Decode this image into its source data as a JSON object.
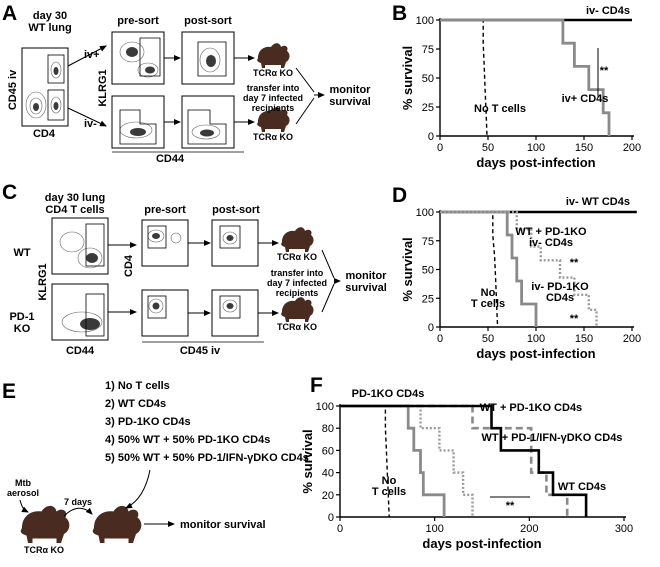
{
  "panels": {
    "A": {
      "letter": "A",
      "source": [
        "day 30",
        "WT lung"
      ],
      "axis_y": "CD45 iv",
      "axis_x": "CD4",
      "gate_pos": "iv+",
      "gate_neg": "iv-",
      "col_pre": "pre-sort",
      "col_post": "post-sort",
      "plot_y": "KLRG1",
      "plot_x": "CD44",
      "recipient": "TCRα KO",
      "transfer": [
        "transfer into",
        "day 7 infected",
        "recipients"
      ],
      "monitor": [
        "monitor",
        "survival"
      ]
    },
    "C": {
      "letter": "C",
      "source": [
        "day 30 lung",
        "CD4 T cells"
      ],
      "row_wt": "WT",
      "row_ko": [
        "PD-1",
        "KO"
      ],
      "axis_y1": "KLRG1",
      "axis_x1": "CD44",
      "axis_y2": "CD4",
      "axis_x2": "CD45 iv",
      "col_pre": "pre-sort",
      "col_post": "post-sort",
      "recipient": "TCRα KO",
      "transfer": [
        "transfer into",
        "day 7 infected",
        "recipients"
      ],
      "monitor": [
        "monitor",
        "survival"
      ]
    },
    "E": {
      "letter": "E",
      "groups": [
        "1) No T cells",
        "2) WT CD4s",
        "3) PD-1KO CD4s",
        "4) 50% WT + 50% PD-1KO CD4s",
        "5) 50% WT + 50% PD-1/IFN-γDKO CD4s"
      ],
      "mtb": [
        "Mtb",
        "aerosol"
      ],
      "days": "7 days",
      "recipient": "TCRα KO",
      "monitor": "monitor survival"
    },
    "B": {
      "letter": "B"
    },
    "D": {
      "letter": "D"
    },
    "F": {
      "letter": "F"
    }
  },
  "chart_data": [
    {
      "id": "B",
      "type": "line",
      "ylabel": "% survival",
      "xlabel": "days post-infection",
      "xlim": [
        0,
        200
      ],
      "ylim": [
        0,
        100
      ],
      "xticks": [
        0,
        50,
        100,
        150,
        200
      ],
      "yticks": [
        0,
        25,
        50,
        75,
        100
      ],
      "series": [
        {
          "name": "iv- CD4s",
          "style": "black-solid",
          "points": [
            [
              0,
              100
            ],
            [
              200,
              100
            ]
          ]
        },
        {
          "name": "No T cells",
          "style": "black-dashed",
          "points": [
            [
              0,
              100
            ],
            [
              45,
              100
            ],
            [
              45,
              80
            ],
            [
              46,
              60
            ],
            [
              47,
              40
            ],
            [
              48,
              20
            ],
            [
              49,
              0
            ]
          ]
        },
        {
          "name": "iv+ CD4s",
          "style": "gray-solid",
          "points": [
            [
              0,
              100
            ],
            [
              128,
              100
            ],
            [
              128,
              80
            ],
            [
              140,
              80
            ],
            [
              140,
              60
            ],
            [
              155,
              60
            ],
            [
              155,
              40
            ],
            [
              170,
              40
            ],
            [
              170,
              20
            ],
            [
              176,
              20
            ],
            [
              176,
              0
            ]
          ]
        }
      ],
      "annotations": [
        {
          "text": "**"
        }
      ]
    },
    {
      "id": "D",
      "type": "line",
      "ylabel": "% survival",
      "xlabel": "days post-infection",
      "xlim": [
        0,
        200
      ],
      "ylim": [
        0,
        100
      ],
      "xticks": [
        0,
        50,
        100,
        150,
        200
      ],
      "yticks": [
        0,
        25,
        50,
        75,
        100
      ],
      "series": [
        {
          "name": "iv- WT CD4s",
          "style": "black-solid",
          "points": [
            [
              0,
              100
            ],
            [
              210,
              100
            ]
          ]
        },
        {
          "name": "No T cells",
          "style": "black-dashed",
          "points": [
            [
              0,
              100
            ],
            [
              55,
              100
            ],
            [
              55,
              80
            ],
            [
              57,
              60
            ],
            [
              58,
              40
            ],
            [
              59,
              20
            ],
            [
              60,
              0
            ]
          ]
        },
        {
          "name": "iv- PD-1KO CD4s",
          "style": "gray-solid",
          "points": [
            [
              0,
              100
            ],
            [
              70,
              100
            ],
            [
              70,
              80
            ],
            [
              75,
              80
            ],
            [
              75,
              60
            ],
            [
              80,
              60
            ],
            [
              80,
              40
            ],
            [
              85,
              40
            ],
            [
              85,
              20
            ],
            [
              100,
              20
            ],
            [
              100,
              0
            ]
          ]
        },
        {
          "name": "WT + PD-1KO iv- CD4s",
          "style": "gray-dotted",
          "points": [
            [
              0,
              100
            ],
            [
              80,
              100
            ],
            [
              80,
              85
            ],
            [
              95,
              85
            ],
            [
              95,
              70
            ],
            [
              105,
              70
            ],
            [
              105,
              58
            ],
            [
              125,
              58
            ],
            [
              125,
              43
            ],
            [
              140,
              43
            ],
            [
              140,
              28
            ],
            [
              155,
              28
            ],
            [
              155,
              15
            ],
            [
              163,
              15
            ],
            [
              163,
              0
            ]
          ]
        }
      ],
      "annotations": [
        {
          "text": "**"
        },
        {
          "text": "**"
        }
      ]
    },
    {
      "id": "F",
      "type": "line",
      "ylabel": "% survival",
      "xlabel": "days post-infection",
      "xlim": [
        0,
        300
      ],
      "ylim": [
        0,
        100
      ],
      "xticks": [
        0,
        100,
        200,
        300
      ],
      "yticks": [
        0,
        20,
        40,
        60,
        80,
        100
      ],
      "series": [
        {
          "name": "No T cells",
          "style": "black-dashed",
          "points": [
            [
              0,
              100
            ],
            [
              48,
              100
            ],
            [
              48,
              80
            ],
            [
              49,
              60
            ],
            [
              50,
              40
            ],
            [
              51,
              20
            ],
            [
              52,
              0
            ]
          ]
        },
        {
          "name": "PD-1KO CD4s",
          "style": "gray-solid",
          "points": [
            [
              0,
              100
            ],
            [
              72,
              100
            ],
            [
              72,
              80
            ],
            [
              78,
              80
            ],
            [
              78,
              60
            ],
            [
              85,
              60
            ],
            [
              85,
              40
            ],
            [
              88,
              40
            ],
            [
              88,
              20
            ],
            [
              110,
              20
            ],
            [
              110,
              0
            ]
          ]
        },
        {
          "name": "WT + PD-1KO CD4s",
          "style": "gray-dotted",
          "points": [
            [
              0,
              100
            ],
            [
              85,
              100
            ],
            [
              85,
              80
            ],
            [
              105,
              80
            ],
            [
              105,
              60
            ],
            [
              120,
              60
            ],
            [
              120,
              40
            ],
            [
              130,
              40
            ],
            [
              130,
              20
            ],
            [
              140,
              20
            ],
            [
              140,
              0
            ]
          ]
        },
        {
          "name": "WT + PD-1/IFN-γDKO CD4s",
          "style": "gray-dashed",
          "points": [
            [
              0,
              100
            ],
            [
              140,
              100
            ],
            [
              140,
              80
            ],
            [
              202,
              80
            ],
            [
              202,
              40
            ],
            [
              218,
              40
            ],
            [
              218,
              20
            ],
            [
              240,
              20
            ],
            [
              240,
              0
            ]
          ]
        },
        {
          "name": "WT CD4s",
          "style": "black-solid",
          "points": [
            [
              0,
              100
            ],
            [
              160,
              100
            ],
            [
              160,
              80
            ],
            [
              170,
              80
            ],
            [
              170,
              60
            ],
            [
              210,
              60
            ],
            [
              210,
              40
            ],
            [
              225,
              40
            ],
            [
              225,
              20
            ],
            [
              260,
              20
            ],
            [
              260,
              0
            ]
          ]
        }
      ],
      "annotations": [
        {
          "text": "**"
        }
      ]
    }
  ]
}
